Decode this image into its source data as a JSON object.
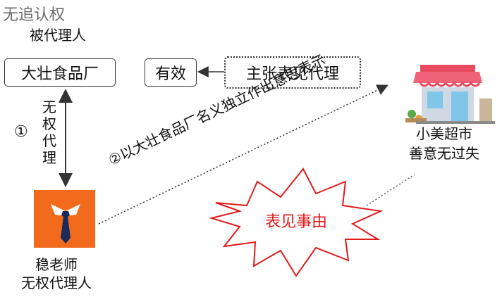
{
  "principal": {
    "note": "无追认权",
    "role": "被代理人",
    "name": "大壮食品厂"
  },
  "valid_box": "有效",
  "claim_box": "主张表见代理",
  "step1": {
    "number": "①",
    "chars": [
      "无",
      "权",
      "代",
      "理"
    ]
  },
  "step2_label": "②以大壮食品厂名义独立作出意思表示",
  "agent": {
    "name": "稳老师",
    "role": "无权代理人"
  },
  "third_party": {
    "name": "小美超市",
    "status": "善意无过失"
  },
  "burst_label": "表见事由",
  "colors": {
    "agent_bg": "#f26a1b",
    "burst_stroke": "#e11a1a",
    "burst_text": "#e11a1a"
  }
}
